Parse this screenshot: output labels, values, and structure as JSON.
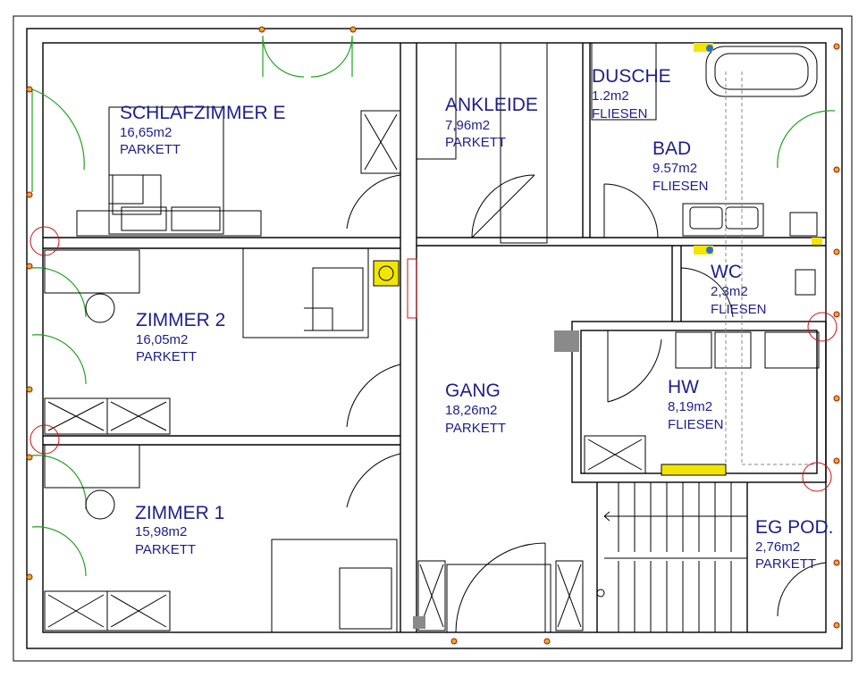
{
  "rooms": {
    "schlafzimmer": {
      "name": "SCHLAFZIMMER E",
      "area": "16,65m2",
      "floor": "PARKETT"
    },
    "ankleide": {
      "name": "ANKLEIDE",
      "area": "7,96m2",
      "floor": "PARKETT"
    },
    "dusche": {
      "name": "DUSCHE",
      "area": "1.2m2",
      "floor": "FLIESEN"
    },
    "bad": {
      "name": "BAD",
      "area": "9.57m2",
      "floor": "FLIESEN"
    },
    "wc": {
      "name": "WC",
      "area": "2,3m2",
      "floor": "FLIESEN"
    },
    "zimmer2": {
      "name": "ZIMMER 2",
      "area": "16,05m2",
      "floor": "PARKETT"
    },
    "gang": {
      "name": "GANG",
      "area": "18,26m2",
      "floor": "PARKETT"
    },
    "hw": {
      "name": "HW",
      "area": "8,19m2",
      "floor": "FLIESEN"
    },
    "zimmer1": {
      "name": "ZIMMER 1",
      "area": "15,98m2",
      "floor": "PARKETT"
    },
    "eg_pod": {
      "name": "EG POD.",
      "area": "2,76m2",
      "floor": "PARKETT"
    }
  },
  "colors": {
    "label": "#1e1e8c",
    "wall": "#000000",
    "door_green": "#1fa31f",
    "marker_red": "#d01010",
    "fixture_yellow": "#f2e600",
    "fixture_blue": "#2b6fd6"
  }
}
